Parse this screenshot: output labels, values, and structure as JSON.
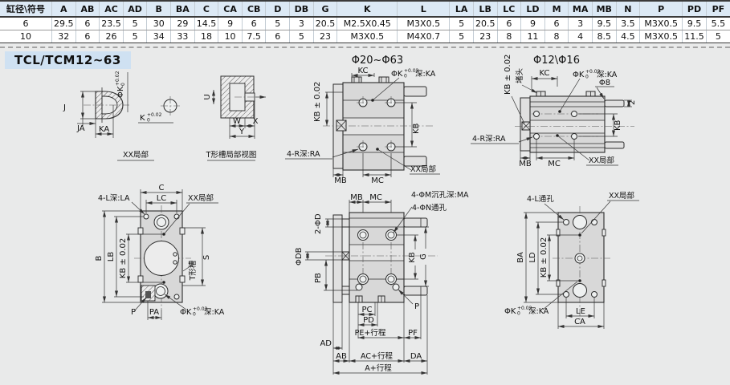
{
  "section_title": "TCL/TCM12~63",
  "table": {
    "headers": [
      "缸径\\符号",
      "A",
      "AB",
      "AC",
      "AD",
      "B",
      "BA",
      "C",
      "CA",
      "CB",
      "D",
      "DB",
      "G",
      "K",
      "L",
      "LA",
      "LB",
      "LC",
      "LD",
      "M",
      "MA",
      "MB",
      "N",
      "P",
      "PD",
      "PF"
    ],
    "rows": [
      [
        "6",
        "29.5",
        "6",
        "23.5",
        "5",
        "30",
        "29",
        "14.5",
        "9",
        "6",
        "5",
        "3",
        "20.5",
        "M2.5X0.45",
        "M3X0.5",
        "5",
        "20.5",
        "6",
        "9",
        "6",
        "3",
        "9.5",
        "3.5",
        "M3X0.5",
        "9.5",
        "5.5"
      ],
      [
        "10",
        "32",
        "6",
        "26",
        "5",
        "34",
        "33",
        "18",
        "10",
        "7.5",
        "6",
        "5",
        "23",
        "M3X0.5",
        "M4X0.7",
        "5",
        "23",
        "8",
        "11",
        "8",
        "4",
        "8.5",
        "4.5",
        "M3X0.5",
        "11.5",
        "5"
      ]
    ]
  },
  "colors": {
    "header_bg": "#dce9f5",
    "title_bg": "#cfe1f2",
    "page_bg": "#e9eaea",
    "body_fill": "#d8d8d8",
    "line": "#2b2b2b"
  },
  "labels": {
    "xx_detail": "XX局部",
    "tslot_caption": "T形槽局部视图",
    "title_mid": "Φ20~Φ63",
    "title_right": "Φ12\\Φ16",
    "j": "J",
    "ja": "JA",
    "ka": "KA",
    "k": "K",
    "phiK": "ΦK",
    "tol_plus": "+0.02",
    "tol_zero": "0",
    "depth_ka": "深:KA",
    "u": "U",
    "w": "W",
    "x": "X",
    "y": "Y",
    "kc": "KC",
    "kb": "KB",
    "kb_tol": "KB ± 0.02",
    "mb": "MB",
    "mc": "MC",
    "r_depth": "4-R深:RA",
    "plug": "堵头",
    "phi8": "Φ8",
    "two": "2",
    "l_depth": "4-L深:LA",
    "c": "C",
    "lc": "LC",
    "b": "B",
    "lb": "LB",
    "s": "S",
    "tslot": "T形槽",
    "p": "P",
    "pa": "PA",
    "m_cb": "4-ΦM沉孔深:MA",
    "n_th": "4-ΦN通孔",
    "two_phiD": "2-ΦD",
    "phiDB": "ΦDB",
    "pb": "PB",
    "g": "G",
    "pc": "PC",
    "pd": "PD",
    "pe": "PE+行程",
    "pf": "PF",
    "ad": "AD",
    "ab": "AB",
    "ac": "AC+行程",
    "da": "DA",
    "a": "A+行程",
    "l_th": "4-L通孔",
    "ba": "BA",
    "ld": "LD",
    "le": "LE",
    "ca": "CA"
  }
}
